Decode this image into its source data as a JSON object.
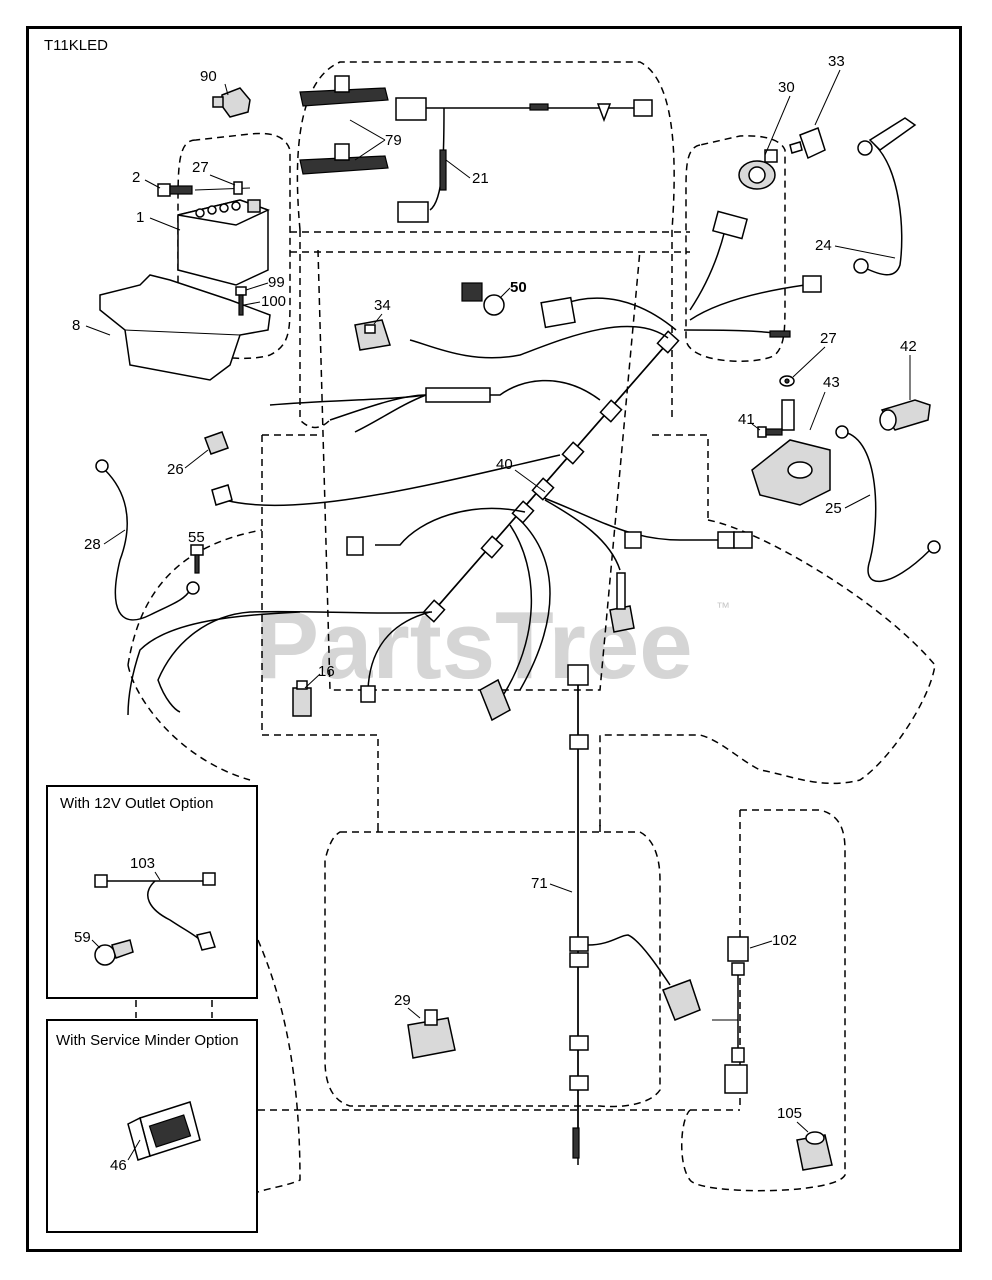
{
  "model_code": "T11KLED",
  "watermark": {
    "text": "PartsTree",
    "trademark": "™"
  },
  "option_boxes": [
    {
      "title": "With 12V Outlet Option"
    },
    {
      "title": "With Service Minder Option"
    }
  ],
  "callouts": [
    "90",
    "79",
    "21",
    "33",
    "30",
    "27",
    "2",
    "1",
    "99",
    "100",
    "8",
    "34",
    "50",
    "24",
    "27",
    "42",
    "43",
    "41",
    "25",
    "26",
    "40",
    "28",
    "55",
    "16",
    "103",
    "59",
    "71",
    "102",
    "29",
    "46",
    "105"
  ]
}
